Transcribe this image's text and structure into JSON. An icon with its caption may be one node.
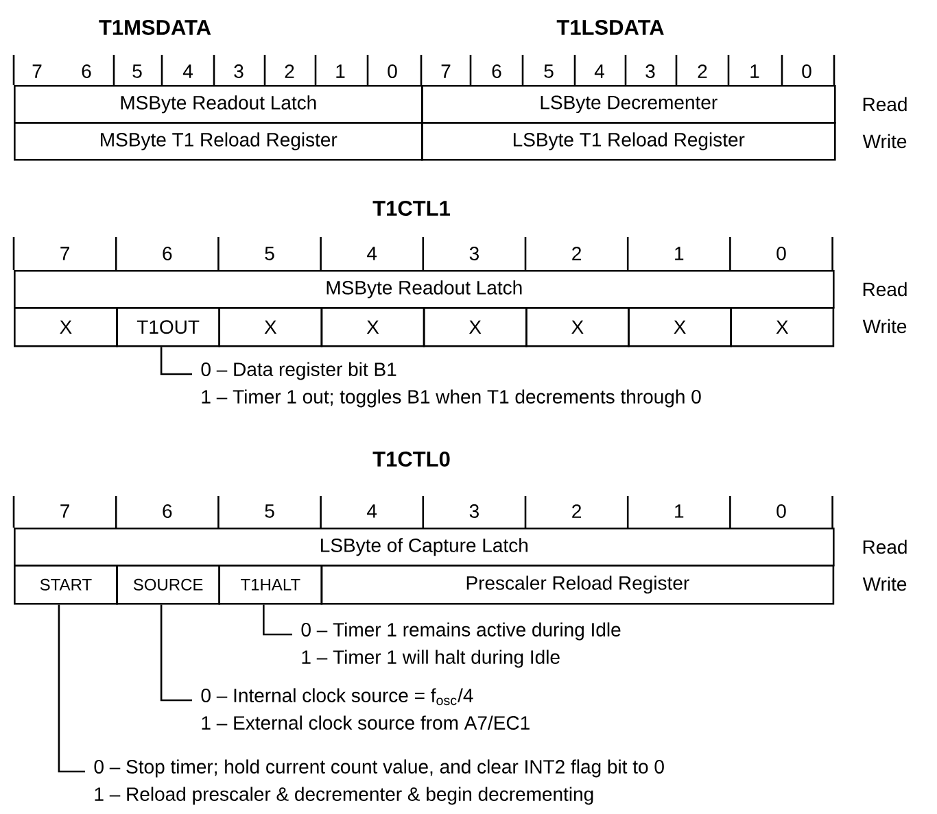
{
  "diagram": {
    "nodes": [
      {
        "text": [
          "MSByte Readout Latch"
        ]
      },
      {
        "text": [
          "LSByte Decrementer"
        ]
      },
      {
        "text": [
          "MSByte T1 Reload Register"
        ]
      },
      {
        "text": [
          "LSByte T1 Reload Register"
        ]
      },
      {
        "text": [
          "MSByte Readout Latch"
        ]
      },
      {
        "text": [
          "X"
        ]
      },
      {
        "text": [
          "T1OUT"
        ]
      },
      {
        "text": [
          "X"
        ]
      },
      {
        "text": [
          "X"
        ]
      },
      {
        "text": [
          "X"
        ]
      },
      {
        "text": [
          "X"
        ]
      },
      {
        "text": [
          "X"
        ]
      },
      {
        "text": [
          "X"
        ]
      },
      {
        "text": [
          "0 – Data register bit B1",
          "1 – Timer 1 out; toggles B1 when T1 decrements through 0"
        ]
      },
      {
        "text": [
          "LSByte of Capture Latch"
        ]
      },
      {
        "text": [
          "START"
        ]
      },
      {
        "text": [
          "SOURCE"
        ]
      },
      {
        "text": [
          "T1HALT"
        ]
      },
      {
        "text": [
          "Prescaler Reload Register"
        ]
      },
      {
        "text": [
          "0 – Timer 1 remains active during Idle",
          "1 – Timer 1 will halt during Idle"
        ]
      },
      {
        "text": [
          "0 – Internal clock source = f$_{osc}$/4",
          "1 – External clock source from A7/EC1"
        ]
      },
      {
        "text": [
          "0 – Stop timer; hold current count value, and clear INT2 flag bit to 0",
          "1 – Reload prescaler & decrementer & begin decrementing"
        ]
      }
    ],
    "edges": [
      {
        "from": 6,
        "to": 13,
        "arrow": "none"
      },
      {
        "from": 17,
        "to": 19,
        "arrow": "none"
      },
      {
        "from": 16,
        "to": 20,
        "arrow": "none"
      },
      {
        "from": 15,
        "to": 21,
        "arrow": "none"
      }
    ],
    "labels": [
      "T1MSDATA",
      "T1LSDATA",
      "7",
      "6",
      "5",
      "4",
      "3",
      "2",
      "1",
      "0",
      "7",
      "6",
      "5",
      "4",
      "3",
      "2",
      "1",
      "0",
      "Read",
      "Write",
      "T1CTL1",
      "7",
      "6",
      "5",
      "4",
      "3",
      "2",
      "1",
      "0",
      "Read",
      "Write",
      "T1CTL0",
      "7",
      "6",
      "5",
      "4",
      "3",
      "2",
      "1",
      "0",
      "Read",
      "Write"
    ]
  }
}
